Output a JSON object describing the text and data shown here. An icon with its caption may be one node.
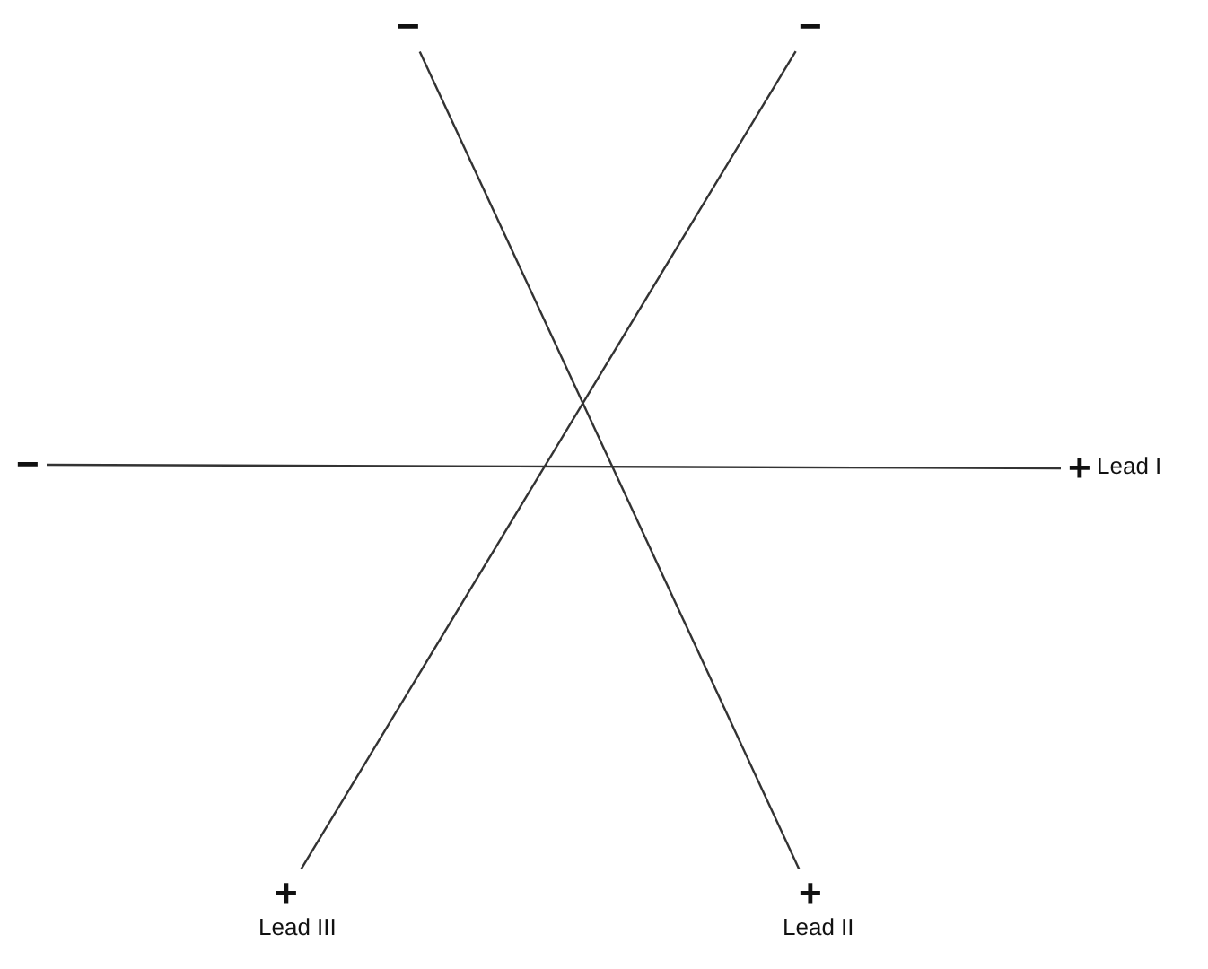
{
  "diagram": {
    "nodes": [
      {
        "text": [
          "−"
        ]
      },
      {
        "text": [
          "−"
        ]
      },
      {
        "text": [
          "−"
        ]
      },
      {
        "text": [
          "+"
        ],
        "beside": [
          "Lead I"
        ]
      },
      {
        "text": [
          "+"
        ],
        "beside": [
          "Lead III"
        ]
      },
      {
        "text": [
          "+"
        ],
        "beside": [
          "Lead II"
        ]
      }
    ],
    "edges": [
      {
        "from": 2,
        "to": 3,
        "arrow": "none"
      },
      {
        "from": 0,
        "to": 5,
        "arrow": "none"
      },
      {
        "from": 1,
        "to": 4,
        "arrow": "none"
      }
    ]
  }
}
